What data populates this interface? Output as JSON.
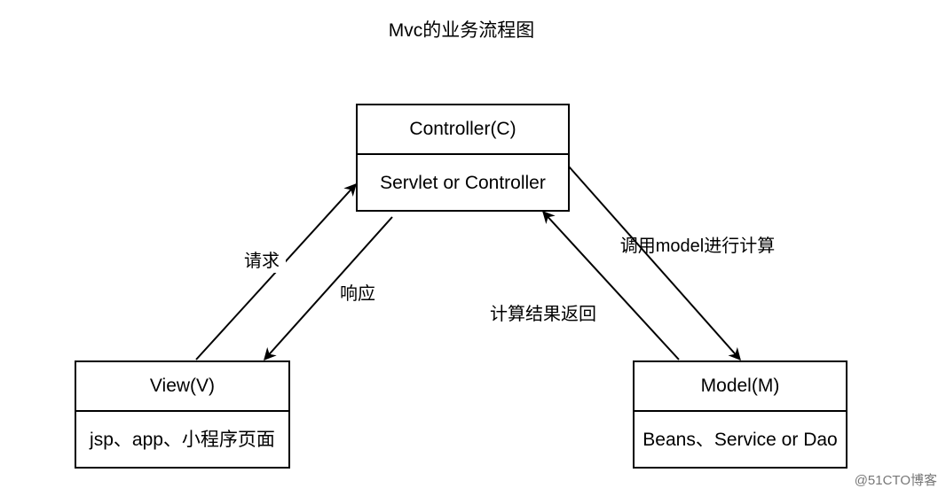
{
  "title": "Mvc的业务流程图",
  "controller": {
    "header": "Controller(C)",
    "body": "Servlet or Controller"
  },
  "view": {
    "header": "View(V)",
    "body": "jsp、app、小程序页面"
  },
  "model": {
    "header": "Model(M)",
    "body": "Beans、Service or Dao"
  },
  "edges": {
    "request": "请求",
    "response": "响应",
    "call_model": "调用model进行计算",
    "return_result": "计算结果返回"
  },
  "watermark": "@51CTO博客"
}
